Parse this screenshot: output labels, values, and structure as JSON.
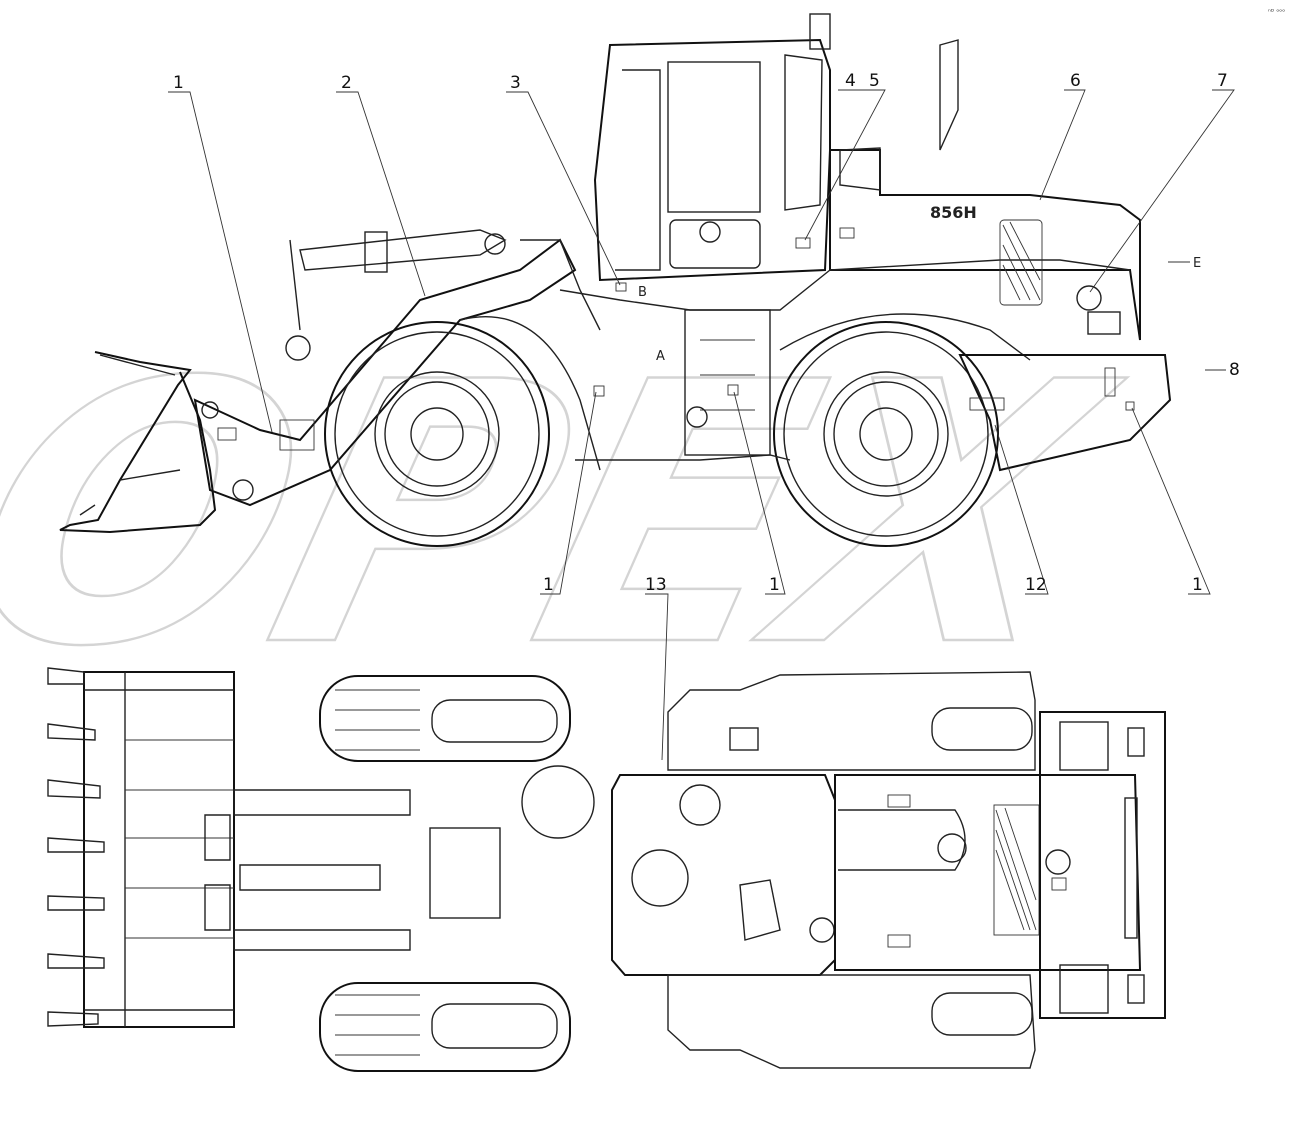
{
  "corner_mark": "ⁿᴰ ᵒᵒᵒ",
  "model_badge": "856H",
  "watermark": "OPEX",
  "callouts": [
    {
      "id": "c1a",
      "label": "1"
    },
    {
      "id": "c2",
      "label": "2"
    },
    {
      "id": "c3",
      "label": "3"
    },
    {
      "id": "c4",
      "label": "4"
    },
    {
      "id": "c5",
      "label": "5"
    },
    {
      "id": "c6",
      "label": "6"
    },
    {
      "id": "c7",
      "label": "7"
    },
    {
      "id": "c8",
      "label": "8"
    },
    {
      "id": "c1b",
      "label": "1"
    },
    {
      "id": "c1c",
      "label": "1"
    },
    {
      "id": "c12",
      "label": "12"
    },
    {
      "id": "c1d",
      "label": "1"
    },
    {
      "id": "c13",
      "label": "13"
    }
  ],
  "side_view_letters": {
    "a": "A",
    "b": "B",
    "e": "E"
  },
  "colors": {
    "line": "#222222",
    "watermark": "#999999",
    "background": "#ffffff"
  }
}
